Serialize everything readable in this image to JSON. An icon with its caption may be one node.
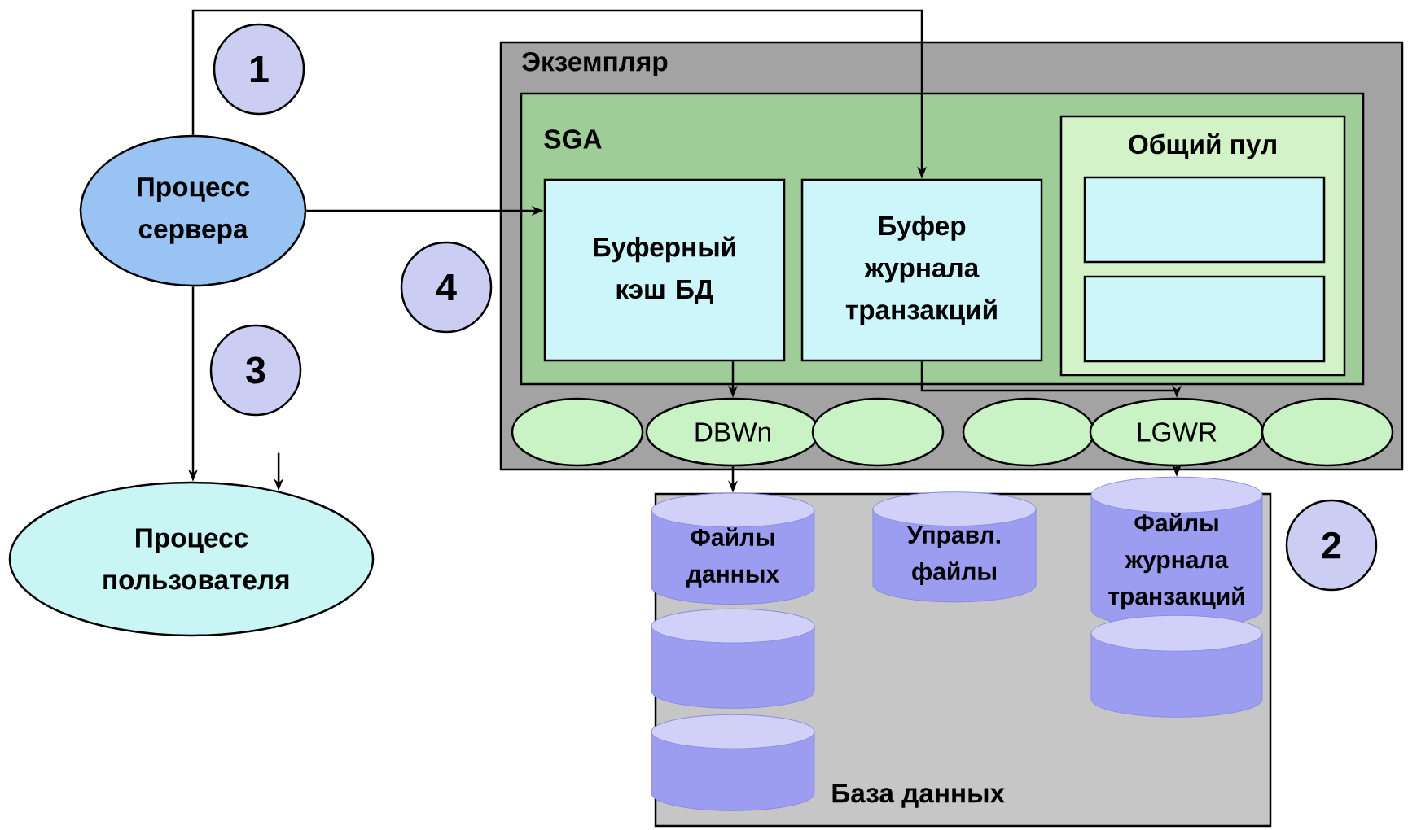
{
  "diagram": {
    "nodes": [
      {
        "text": [
          "Процесс сервера"
        ]
      },
      {
        "text": [
          "Процесс пользователя"
        ]
      },
      {
        "text": [
          "Экземпляр"
        ]
      },
      {
        "text": [
          "SGA"
        ],
        "in": 2
      },
      {
        "text": [
          "Буферный кэш БД"
        ],
        "in": 3
      },
      {
        "text": [
          "Буфер журнала транзакций"
        ],
        "in": 3
      },
      {
        "text": [
          "Общий пул"
        ],
        "in": 3
      },
      {
        "text": [],
        "shape": "box",
        "in": 6
      },
      {
        "text": [],
        "shape": "box",
        "in": 6
      },
      {
        "text": [],
        "shape": "ellipse",
        "in": 2
      },
      {
        "text": [
          "DBWn"
        ],
        "in": 2
      },
      {
        "text": [],
        "shape": "ellipse",
        "in": 2
      },
      {
        "text": [],
        "shape": "ellipse",
        "in": 2
      },
      {
        "text": [
          "LGWR"
        ],
        "in": 2
      },
      {
        "text": [],
        "shape": "ellipse",
        "in": 2
      },
      {
        "text": [
          "База данных"
        ]
      },
      {
        "text": [
          "Файлы данных"
        ],
        "in": 15
      },
      {
        "text": [
          "Управл. файлы"
        ],
        "in": 15
      },
      {
        "text": [
          "Файлы журнала транзакций"
        ],
        "in": 15
      },
      {
        "text": [],
        "shape": "cylinder",
        "in": 15
      },
      {
        "text": [],
        "shape": "cylinder",
        "in": 15
      },
      {
        "text": [],
        "shape": "cylinder",
        "in": 15
      },
      {
        "text": [
          "1"
        ]
      },
      {
        "text": [
          "2"
        ]
      },
      {
        "text": [
          "3"
        ]
      },
      {
        "text": [
          "4"
        ]
      }
    ],
    "edges": [
      {
        "from": 0,
        "to": 5,
        "arrow": "to"
      },
      {
        "from": 0,
        "to": 4,
        "arrow": "to"
      },
      {
        "from": 0,
        "to": 1,
        "arrow": "to"
      },
      {
        "from": null,
        "to": 1,
        "arrow": "to"
      },
      {
        "from": 4,
        "to": 10,
        "arrow": "to"
      },
      {
        "from": 5,
        "to": 13,
        "arrow": "to"
      },
      {
        "from": 10,
        "to": 16,
        "arrow": "to"
      },
      {
        "from": 13,
        "to": 18,
        "arrow": "to"
      }
    ]
  }
}
